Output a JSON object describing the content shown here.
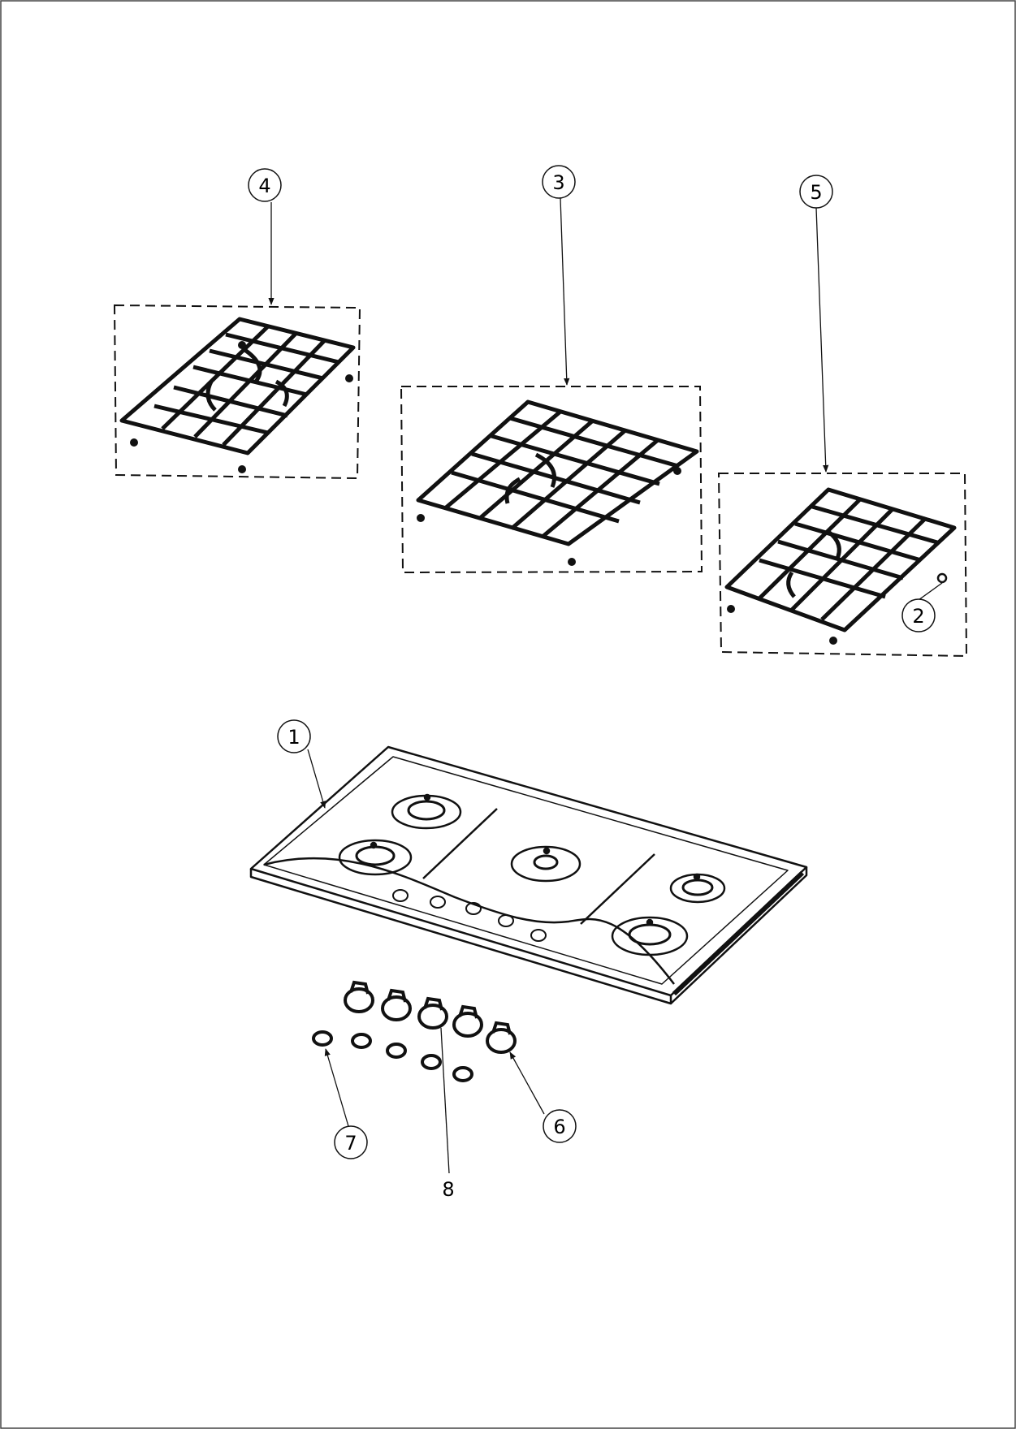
{
  "callouts": {
    "c1": "1",
    "c2": "2",
    "c3": "3",
    "c4": "4",
    "c5": "5",
    "c6": "6",
    "c7": "7",
    "c8": "8"
  },
  "colors": {
    "line": "#111111",
    "grate_fill": "#ffffff",
    "background": "#ffffff"
  }
}
